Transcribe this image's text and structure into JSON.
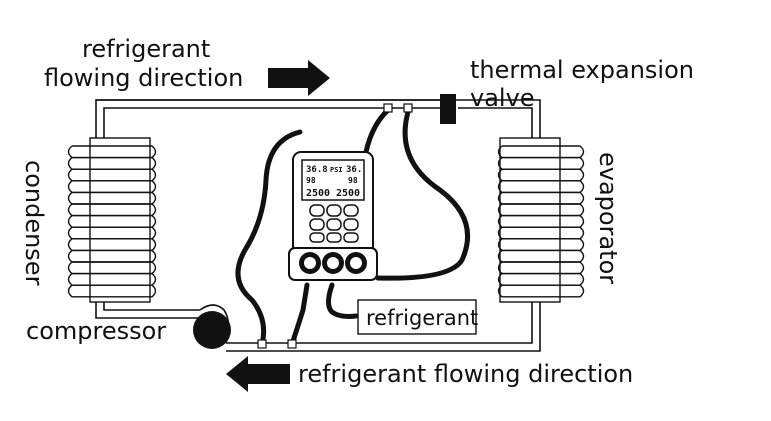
{
  "labels": {
    "top_flow_line1": "refrigerant",
    "top_flow_line2": "flowing direction",
    "valve_line1": "thermal expansion",
    "valve_line2": "valve",
    "condenser": "condenser",
    "evaporator": "evaporator",
    "compressor": "compressor",
    "refrigerant_box": "refrigerant",
    "bottom_flow": "refrigerant flowing direction"
  },
  "gauge_display": {
    "top_left": "36.8",
    "top_mid": "PSI",
    "top_right": "36.",
    "mid_left": "98",
    "mid_right": "98",
    "bottom_left": "2500",
    "bottom_right": "2500"
  },
  "colors": {
    "line": "#111111",
    "background": "#ffffff",
    "device_fill": "#ffffff"
  }
}
